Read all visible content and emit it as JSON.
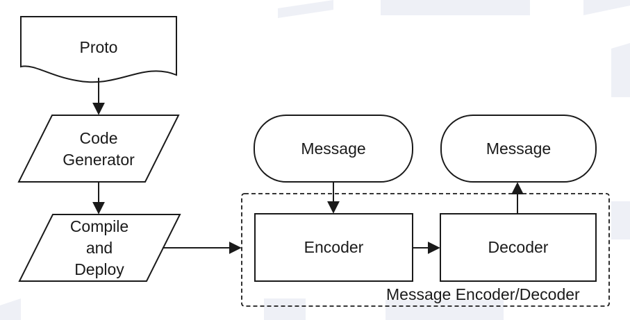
{
  "nodes": {
    "proto": {
      "label": "Proto"
    },
    "code_generator": {
      "label": "Code\nGenerator"
    },
    "compile_deploy": {
      "label": "Compile\nand\nDeploy"
    },
    "message_in": {
      "label": "Message"
    },
    "message_out": {
      "label": "Message"
    },
    "encoder": {
      "label": "Encoder"
    },
    "decoder": {
      "label": "Decoder"
    }
  },
  "group": {
    "label": "Message Encoder/Decoder"
  },
  "colors": {
    "stroke": "#1a1a1a",
    "background": "#ffffff",
    "watermark": "#eef0f6"
  }
}
